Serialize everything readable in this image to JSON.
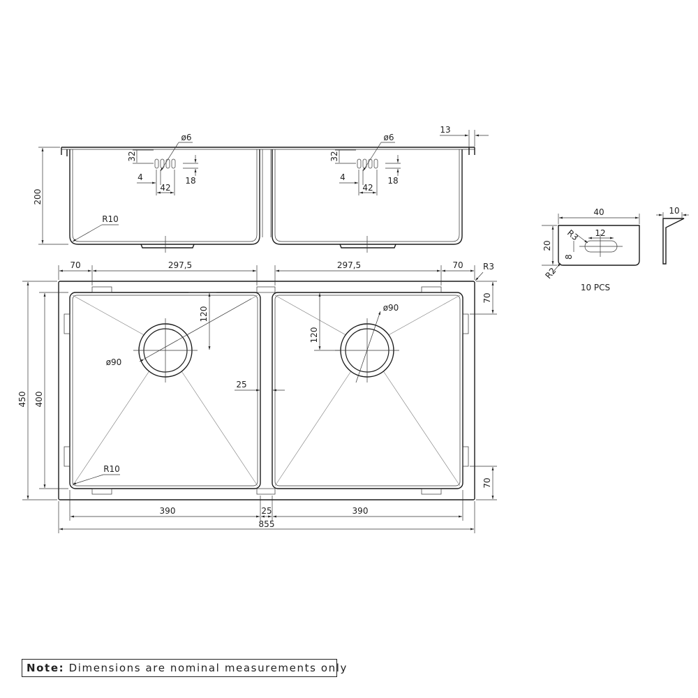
{
  "side_view": {
    "dim_height": "200",
    "dim_tab": "13",
    "left": {
      "hole_dia": "ø6",
      "dim_32": "32",
      "dim_4": "4",
      "dim_42": "42",
      "dim_18": "18",
      "radius": "R10"
    },
    "right": {
      "hole_dia": "ø6",
      "dim_32": "32",
      "dim_4": "4",
      "dim_42": "42",
      "dim_18": "18"
    }
  },
  "bracket": {
    "dim_width": "40",
    "dim_height": "20",
    "dim_slot": "12",
    "dim_8": "8",
    "radius_slot": "R3",
    "radius_corner": "R2",
    "dim_thickness": "10",
    "quantity": "10 PCS"
  },
  "plan_view": {
    "top_dims": [
      "70",
      "297,5",
      "297,5",
      "70"
    ],
    "corner_radius": "R3",
    "overall_height": "450",
    "inner_height": "400",
    "left_bowl": {
      "drain_offset": "120",
      "drain_dia": "ø90",
      "radius": "R10"
    },
    "right_bowl": {
      "drain_offset": "120",
      "drain_dia": "ø90"
    },
    "divider": "25",
    "right_dims": [
      "70",
      "70"
    ],
    "bottom_dims": [
      "390",
      "25",
      "390"
    ],
    "overall_width": "855"
  },
  "note": {
    "label": "Note:",
    "text": "Dimensions are nominal measurements only"
  }
}
